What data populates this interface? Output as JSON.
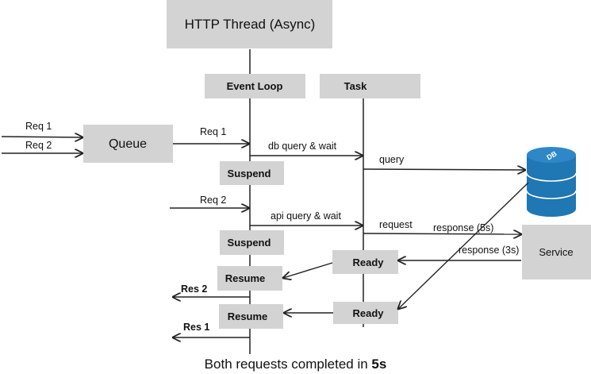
{
  "boxes": {
    "http_thread": "HTTP Thread (Async)",
    "event_loop": "Event Loop",
    "task": "Task",
    "queue": "Queue",
    "suspend_1": "Suspend",
    "suspend_2": "Suspend",
    "resume_1": "Resume",
    "resume_2": "Resume",
    "ready_1": "Ready",
    "ready_2": "Ready",
    "service": "Service",
    "db": "DB"
  },
  "labels": {
    "req1_in": "Req 1",
    "req2_in": "Req 2",
    "req1_out": "Req 1",
    "req2_out": "Req 2",
    "db_query": "db query & wait",
    "query": "query",
    "api_query": "api query & wait",
    "request": "request",
    "response_5s": "response (5s)",
    "response_3s": "response (3s)",
    "res2": "Res 2",
    "res1": "Res 1"
  },
  "footer": {
    "text": "Both requests completed in ",
    "highlight": "5s"
  },
  "colors": {
    "box_fill": "#d3d3d3",
    "db_fill": "#1f77b4",
    "line": "#222222"
  }
}
